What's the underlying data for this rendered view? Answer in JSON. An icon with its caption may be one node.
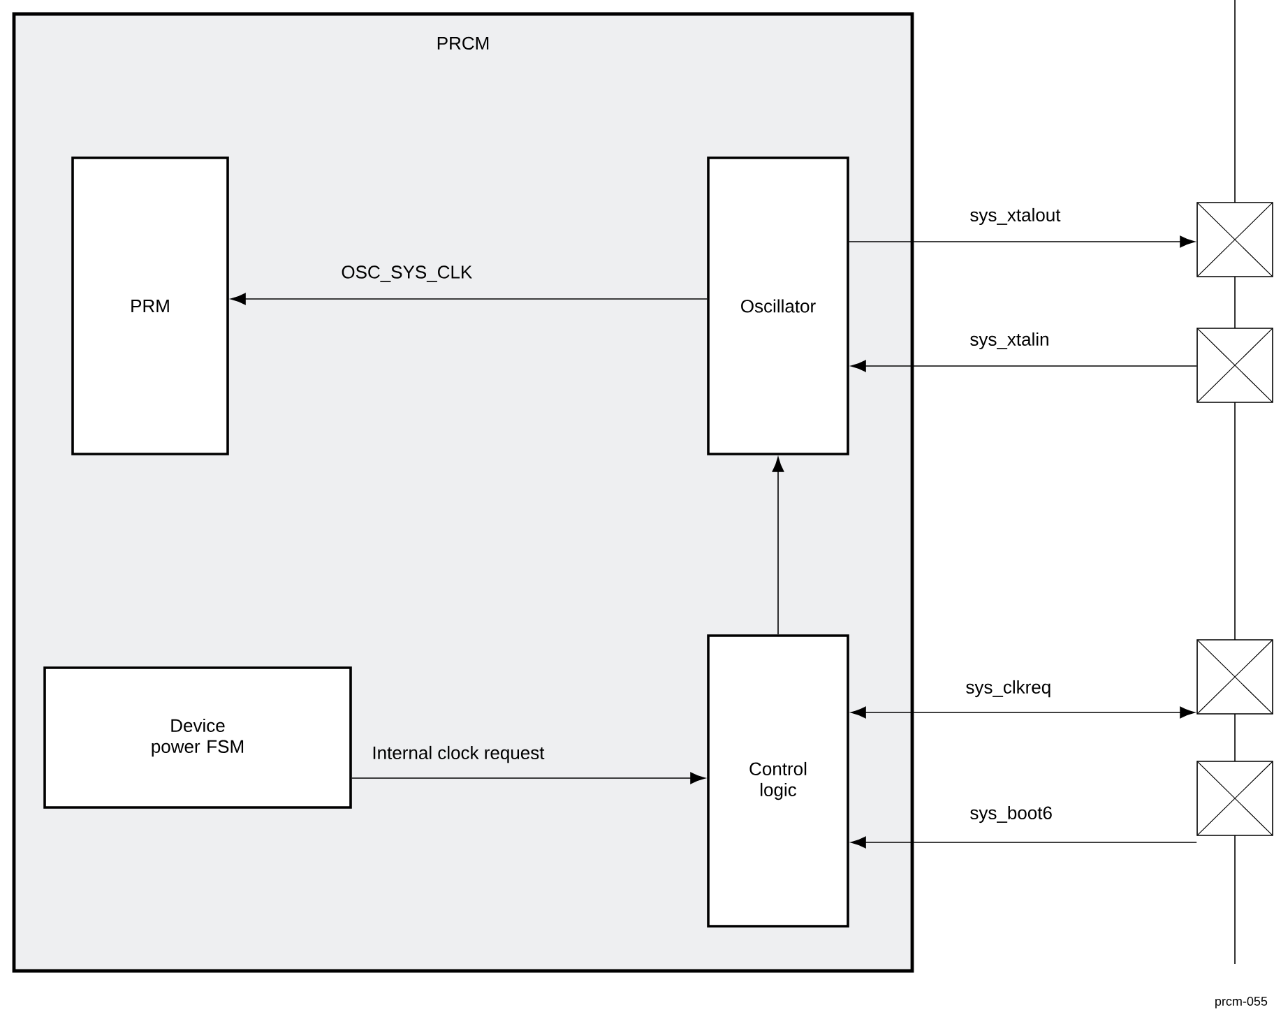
{
  "diagram": {
    "nodes": [
      {
        "text": [
          "PRCM"
        ]
      },
      {
        "text": [
          "PRM"
        ],
        "in": 0
      },
      {
        "text": [
          "Oscillator"
        ],
        "in": 0
      },
      {
        "text": [
          "Device power FSM"
        ],
        "in": 0
      },
      {
        "text": [
          "Control logic"
        ],
        "in": 0
      },
      {
        "text": [],
        "shape": "box"
      },
      {
        "text": [],
        "shape": "box"
      },
      {
        "text": [],
        "shape": "box"
      },
      {
        "text": [],
        "shape": "box"
      }
    ],
    "edges": [
      {
        "from": 2,
        "to": 1,
        "arrow": "to",
        "label": "OSC_SYS_CLK"
      },
      {
        "from": 2,
        "to": 5,
        "arrow": "to",
        "label": "sys_xtalout"
      },
      {
        "from": 6,
        "to": 2,
        "arrow": "to",
        "label": "sys_xtalin"
      },
      {
        "from": 4,
        "to": 2,
        "arrow": "to"
      },
      {
        "from": 3,
        "to": 4,
        "arrow": "to",
        "label": "Internal clock request"
      },
      {
        "from": 4,
        "to": 7,
        "arrow": "both",
        "label": "sys_clkreq"
      },
      {
        "from": 8,
        "to": 4,
        "arrow": "to",
        "label": "sys_boot6"
      }
    ],
    "labels": [
      "prcm-055"
    ]
  }
}
